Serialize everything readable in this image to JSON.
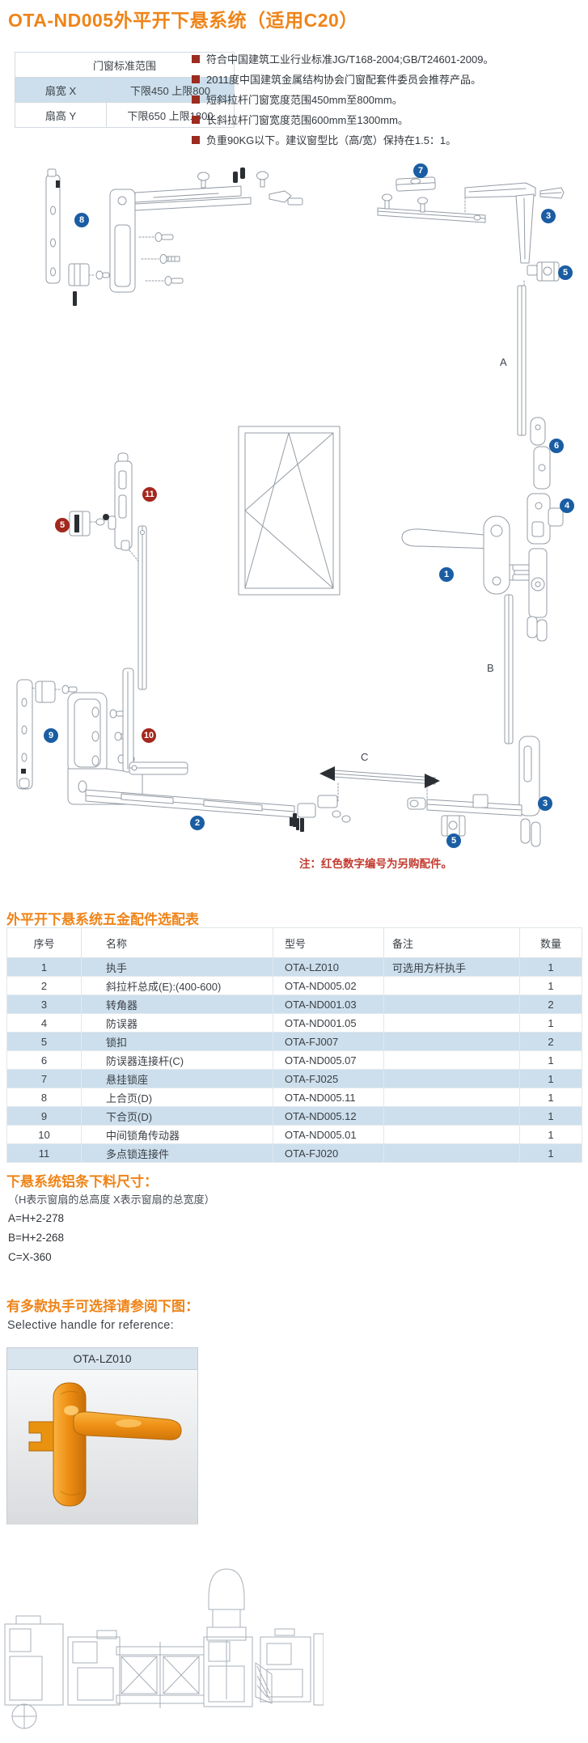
{
  "page": {
    "title": "OTA-ND005外平开下悬系统（适用C20）"
  },
  "spec_table": {
    "header": "门窗标准范围",
    "rows": [
      {
        "label": "扇宽 X",
        "value": "下限450 上限800"
      },
      {
        "label": "扇高 Y",
        "value": "下限650  上限1800"
      }
    ]
  },
  "features": [
    "符合中国建筑工业行业标准JG/T168-2004;GB/T24601-2009。",
    "2011度中国建筑金属结构协会门窗配套件委员会推荐产品。",
    "短斜拉杆门窗宽度范围450mm至800mm。",
    "长斜拉杆门窗宽度范围600mm至1300mm。",
    "负重90KG以下。建议窗型比（高/宽）保持在1.5：1。"
  ],
  "diagram": {
    "note": "注：红色数字编号为另购配件。",
    "letters": [
      "A",
      "B",
      "C"
    ],
    "badges": [
      {
        "n": "8",
        "color": "blue"
      },
      {
        "n": "7",
        "color": "blue"
      },
      {
        "n": "3",
        "color": "blue"
      },
      {
        "n": "5",
        "color": "blue"
      },
      {
        "n": "6",
        "color": "blue"
      },
      {
        "n": "4",
        "color": "blue"
      },
      {
        "n": "1",
        "color": "blue"
      },
      {
        "n": "11",
        "color": "red"
      },
      {
        "n": "5",
        "color": "red"
      },
      {
        "n": "9",
        "color": "blue"
      },
      {
        "n": "10",
        "color": "red"
      },
      {
        "n": "2",
        "color": "blue"
      },
      {
        "n": "3",
        "color": "blue"
      },
      {
        "n": "5",
        "color": "blue"
      }
    ]
  },
  "parts_table": {
    "title": "外平开下悬系统五金配件选配表",
    "columns": [
      "序号",
      "名称",
      "型号",
      "备注",
      "数量"
    ],
    "rows": [
      [
        "1",
        "执手",
        "OTA-LZ010",
        "可选用方杆执手",
        "1"
      ],
      [
        "2",
        "斜拉杆总成(E):(400-600)",
        "OTA-ND005.02",
        "",
        "1"
      ],
      [
        "3",
        "转角器",
        "OTA-ND001.03",
        "",
        "2"
      ],
      [
        "4",
        "防误器",
        "OTA-ND001.05",
        "",
        "1"
      ],
      [
        "5",
        "锁扣",
        "OTA-FJ007",
        "",
        "2"
      ],
      [
        "6",
        "防误器连接杆(C)",
        "OTA-ND005.07",
        "",
        "1"
      ],
      [
        "7",
        "悬挂锁座",
        "OTA-FJ025",
        "",
        "1"
      ],
      [
        "8",
        "上合页(D)",
        "OTA-ND005.11",
        "",
        "1"
      ],
      [
        "9",
        "下合页(D)",
        "OTA-ND005.12",
        "",
        "1"
      ],
      [
        "10",
        "中间锁角传动器",
        "OTA-ND005.01",
        "",
        "1"
      ],
      [
        "11",
        "多点锁连接件",
        "OTA-FJ020",
        "",
        "1"
      ]
    ]
  },
  "cutting": {
    "title": "下悬系统铝条下料尺寸：",
    "subtitle": "（H表示窗扇的总高度  X表示窗扇的总宽度）",
    "formulas": [
      "A=H+2-278",
      "B=H+2-268",
      "C=X-360"
    ]
  },
  "handle_section": {
    "title": "有多款执手可选择请参阅下图：",
    "subtitle": "Selective handle for reference:",
    "card_label": "OTA-LZ010"
  },
  "colors": {
    "accent_orange": "#ef8418",
    "bullet_red": "#9c2b20",
    "note_red": "#c23a2e",
    "badge_blue": "#1a5da3",
    "badge_red": "#a3271d",
    "table_row_blue": "#cddfec",
    "line_gray": "#959ca6",
    "handle_orange": "#ef9015"
  }
}
